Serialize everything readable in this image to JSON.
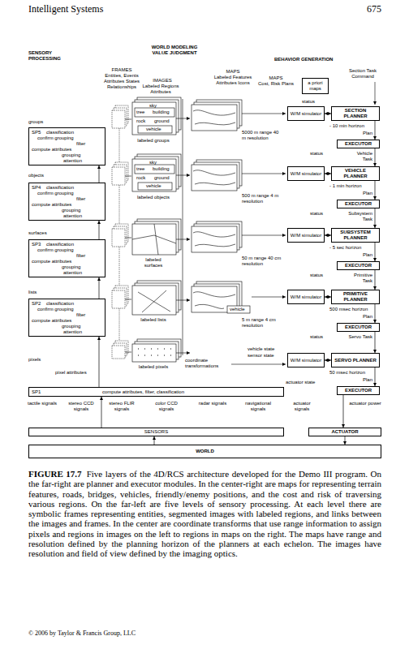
{
  "diagram": {
    "caption": "Five layers of the 4D/RCS architecture developed for the Demo III program. On the far-right are planner and executor modules. In the center-right are maps for representing terrain features, roads, bridges, vehicles, friendly/enemy positions, and the cost and risk of traversing various regions. On the far-left are five levels of sensory processing. At each level there are symbolic frames representing entities, segmented images with labeled regions, and links between the images and frames. In the center are coordinate transforms that use range information to assign pixels and regions in images on the left to regions in maps on the right. The maps have range and resolution defined by the planning horizon of the planners at each echelon. The images have resolution and field of view defined by the imaging optics.",
    "nodes": [
      {
        "text": [
          "SP5",
          "classification",
          "confirm grouping",
          "filter",
          "compute attributes",
          "grouping",
          "attention"
        ]
      },
      {
        "text": [
          "SP4",
          "classification",
          "confirm grouping",
          "filter",
          "compute attributes",
          "grouping",
          "attention"
        ]
      },
      {
        "text": [
          "SP3",
          "classification",
          "confirm grouping",
          "filter",
          "compute attributes",
          "grouping",
          "attention"
        ]
      },
      {
        "text": [
          "SP2",
          "classification",
          "confirm grouping",
          "filter",
          "compute attributes",
          "grouping",
          "attention"
        ]
      },
      {
        "text": [
          "SP1",
          "compute attributes, filter, classification"
        ]
      },
      {
        "text": [
          "a priori maps"
        ]
      },
      {
        "text": [
          "W/M simulator"
        ]
      },
      {
        "text": [
          "SECTION PLANNER"
        ]
      },
      {
        "text": [
          "EXECUTOR"
        ]
      },
      {
        "text": [
          "W/M simulator"
        ]
      },
      {
        "text": [
          "VEHICLE PLANNER"
        ]
      },
      {
        "text": [
          "EXECUTOR"
        ]
      },
      {
        "text": [
          "W/M simulator"
        ]
      },
      {
        "text": [
          "SUBSYSTEM PLANNER"
        ]
      },
      {
        "text": [
          "EXECUTOR"
        ]
      },
      {
        "text": [
          "W/M simulator"
        ]
      },
      {
        "text": [
          "PRIMITIVE PLANNER"
        ]
      },
      {
        "text": [
          "EXECUTOR"
        ]
      },
      {
        "text": [
          "W/M simulator"
        ]
      },
      {
        "text": [
          "SERVO PLANNER"
        ]
      },
      {
        "text": [
          "EXECUTOR"
        ]
      },
      {
        "text": [
          "SENSORS"
        ]
      },
      {
        "text": [
          "ACTUATOR"
        ]
      },
      {
        "text": [
          "WORLD"
        ]
      }
    ],
    "edges": [
      {
        "from": 4,
        "to": 3,
        "arrow": "to"
      },
      {
        "from": 3,
        "to": 2,
        "arrow": "to"
      },
      {
        "from": 2,
        "to": 1,
        "arrow": "to"
      },
      {
        "from": 1,
        "to": 0,
        "arrow": "to"
      },
      {
        "from": 6,
        "to": 7,
        "arrow": "both"
      },
      {
        "from": 7,
        "to": 8,
        "label": "Plan",
        "arrow": "to"
      },
      {
        "from": 8,
        "to": 10,
        "label": "Vehicle Task",
        "arrow": "to"
      },
      {
        "from": 9,
        "to": 10,
        "arrow": "both"
      },
      {
        "from": 10,
        "to": 11,
        "label": "Plan",
        "arrow": "to"
      },
      {
        "from": 11,
        "to": 13,
        "label": "Subsystem Task",
        "arrow": "to"
      },
      {
        "from": 12,
        "to": 13,
        "arrow": "both"
      },
      {
        "from": 13,
        "to": 14,
        "label": "Plan",
        "arrow": "to"
      },
      {
        "from": 14,
        "to": 16,
        "label": "Primitive Task",
        "arrow": "to"
      },
      {
        "from": 15,
        "to": 16,
        "arrow": "both"
      },
      {
        "from": 16,
        "to": 17,
        "label": "Plan",
        "arrow": "to"
      },
      {
        "from": 17,
        "to": 19,
        "label": "Servo Task",
        "arrow": "to"
      },
      {
        "from": 18,
        "to": 19,
        "arrow": "both"
      },
      {
        "from": 19,
        "to": 20,
        "label": "Plan",
        "arrow": "to"
      },
      {
        "from": 20,
        "to": 22,
        "arrow": "to"
      },
      {
        "from": 21,
        "to": 4,
        "arrow": "to"
      },
      {
        "from": 23,
        "to": 21,
        "arrow": "to"
      },
      {
        "from": 22,
        "to": 23,
        "arrow": "to"
      }
    ],
    "labels": [
      "Intelligent Systems",
      "675",
      "SENSORY PROCESSING",
      "WORLD MODELING VALUE JUDGMENT",
      "BEHAVIOR GENERATION",
      "FRAMES",
      "Entities, Events Attributes States Relationships",
      "IMAGES",
      "Labeled Regions Attributes",
      "MAPS",
      "Labeled Features Attributes Icons",
      "MAPS",
      "Cost, Risk Plans",
      "Section Task Command",
      "status",
      "groups",
      "sky",
      "tree",
      "building",
      "rock",
      "ground",
      "vehicle",
      "labeled groups",
      "5000 m range 40 m resolution",
      "- 10 min horizon",
      "status",
      "objects",
      "sky",
      "tree",
      "building",
      "rock",
      "ground",
      "vehicle",
      "labeled objects",
      "500 m range 4 m resolution",
      "- 1 min horizon",
      "status",
      "surfaces",
      "labeled surfaces",
      "50 m range 40 cm resolution",
      "- 5 sec horizon",
      "status",
      "lists",
      "labeled lists",
      "vehicle",
      "5 m range 4 cm resolution",
      "500 msec horizon",
      "status",
      "pixels",
      "pixel attributes",
      "labeled pixels",
      "coordinate transformations",
      "vehicle state",
      "sensor state",
      "50 msec horizon",
      "actuator state",
      "tactile signals",
      "stereo CCD signals",
      "stereo FLIR signals",
      "color CCD signals",
      "radar signals",
      "navigational signals",
      "actuator signals",
      "actuator power",
      "FIGURE 17.7",
      "© 2006 by Taylor & Francis Group, LLC"
    ]
  }
}
